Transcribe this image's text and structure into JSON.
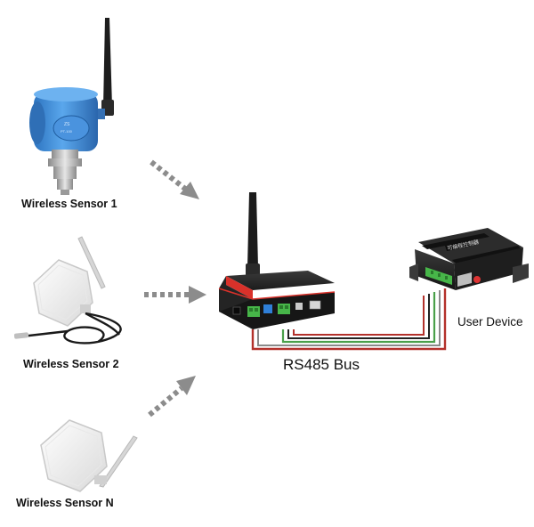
{
  "nodes": {
    "sensor_1": "Wireless Sensor 1",
    "sensor_2": "Wireless Sensor 2",
    "sensor_n": "Wireless Sensor N",
    "gateway_bus": "RS485 Bus",
    "user_device": "User Device",
    "device_panel_text": "可编程控制器"
  },
  "colors": {
    "sensor1_body": "#3f8fd8",
    "sensor_white": "#f2f2f2",
    "gateway_body": "#1b1b1b",
    "gateway_accent": "#d9312a",
    "terminal_green": "#47b649",
    "arrow_gray": "#8c8c8c",
    "wire_red": "#b3312b",
    "wire_green": "#4aa04a",
    "wire_black": "#222222"
  },
  "icons": {
    "sensor_1": "pressure-transmitter-icon",
    "sensor_2": "hexagon-sensor-probe-icon",
    "sensor_n": "hexagon-sensor-icon",
    "gateway": "rs485-gateway-icon",
    "user_device": "io-controller-icon"
  }
}
